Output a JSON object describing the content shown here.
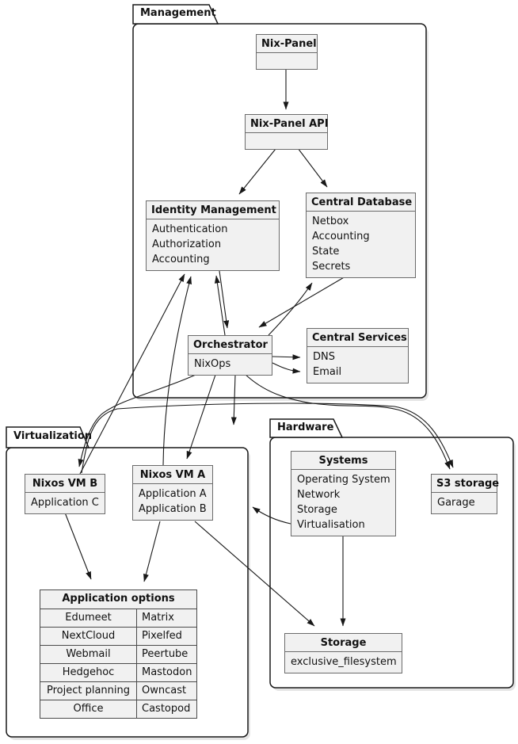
{
  "packages": {
    "management": {
      "label": "Management"
    },
    "virtualization": {
      "label": "Virtualization"
    },
    "hardware": {
      "label": "Hardware"
    }
  },
  "nodes": {
    "nix_panel": {
      "title": "Nix-Panel",
      "items": []
    },
    "nix_panel_api": {
      "title": "Nix-Panel API",
      "items": []
    },
    "identity_management": {
      "title": "Identity Management",
      "items": [
        "Authentication",
        "Authorization",
        "Accounting"
      ]
    },
    "central_database": {
      "title": "Central Database",
      "items": [
        "Netbox",
        "Accounting",
        "State",
        "Secrets"
      ]
    },
    "orchestrator": {
      "title": "Orchestrator",
      "items": [
        "NixOps"
      ]
    },
    "central_services": {
      "title": "Central Services",
      "items": [
        "DNS",
        "Email"
      ]
    },
    "nixos_vm_b": {
      "title": "Nixos VM B",
      "items": [
        "Application C"
      ]
    },
    "nixos_vm_a": {
      "title": "Nixos VM A",
      "items": [
        "Application A",
        "Application B"
      ]
    },
    "systems": {
      "title": "Systems",
      "items": [
        "Operating System",
        "Network",
        "Storage",
        "Virtualisation"
      ]
    },
    "s3_storage": {
      "title": "S3 storage",
      "items": [
        "Garage"
      ]
    },
    "storage": {
      "title": "Storage",
      "items": [
        "exclusive_filesystem"
      ]
    },
    "application_options": {
      "title": "Application options",
      "rows": [
        [
          "Edumeet",
          "Matrix"
        ],
        [
          "NextCloud",
          "Pixelfed"
        ],
        [
          "Webmail",
          "Peertube"
        ],
        [
          "Hedgehoc",
          "Mastodon"
        ],
        [
          "Project planning",
          "Owncast"
        ],
        [
          "Office",
          "Castopod"
        ]
      ]
    }
  },
  "edges": [
    {
      "from": "Nix-Panel",
      "to": "Nix-Panel API"
    },
    {
      "from": "Nix-Panel API",
      "to": "Identity Management"
    },
    {
      "from": "Nix-Panel API",
      "to": "Central Database"
    },
    {
      "from": "Identity Management",
      "to": "Orchestrator"
    },
    {
      "from": "Orchestrator",
      "to": "Identity Management"
    },
    {
      "from": "Central Database",
      "to": "Orchestrator"
    },
    {
      "from": "Orchestrator",
      "to": "Central Database"
    },
    {
      "from": "Orchestrator",
      "to": "DNS (Central Services)"
    },
    {
      "from": "Orchestrator",
      "to": "Email (Central Services)"
    },
    {
      "from": "Orchestrator",
      "to": "Virtualization"
    },
    {
      "from": "Orchestrator",
      "to": "Nixos VM A"
    },
    {
      "from": "Orchestrator",
      "to": "Nixos VM B"
    },
    {
      "from": "Nixos VM B",
      "to": "S3 storage"
    },
    {
      "from": "Orchestrator",
      "to": "S3 storage"
    },
    {
      "from": "Nixos VM B",
      "to": "Identity Management"
    },
    {
      "from": "Nixos VM A",
      "to": "Identity Management"
    },
    {
      "from": "Nixos VM A",
      "to": "Application options"
    },
    {
      "from": "Nixos VM B",
      "to": "Application options"
    },
    {
      "from": "Nixos VM A",
      "to": "Storage"
    },
    {
      "from": "Systems",
      "to": "Storage"
    },
    {
      "from": "Systems",
      "to": "Virtualization"
    }
  ],
  "colors": {
    "node_fill": "#f1f1f1",
    "node_border": "#6b6b6b",
    "package_border": "#181818",
    "arrow": "#181818"
  }
}
